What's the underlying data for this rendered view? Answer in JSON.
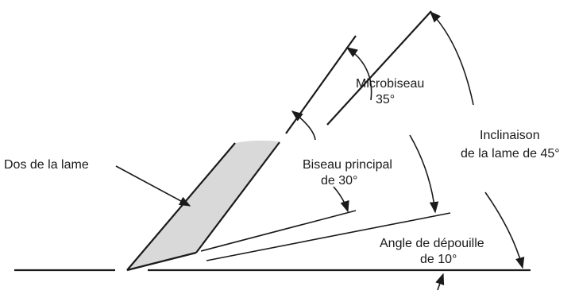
{
  "labels": {
    "dos_de_la_lame": "Dos de la lame",
    "microbiseau_line1": "Microbiseau",
    "microbiseau_line2": "35°",
    "biseau_line1": "Biseau principal",
    "biseau_line2": "de 30°",
    "inclinaison_line1": "Inclinaison",
    "inclinaison_line2": "de la lame de 45°",
    "depouille_line1": "Angle de dépouille",
    "depouille_line2": "de 10°"
  },
  "colors": {
    "ink": "#1a1a1a",
    "bevel_fill": "#d9d9d9",
    "background": "#ffffff"
  }
}
